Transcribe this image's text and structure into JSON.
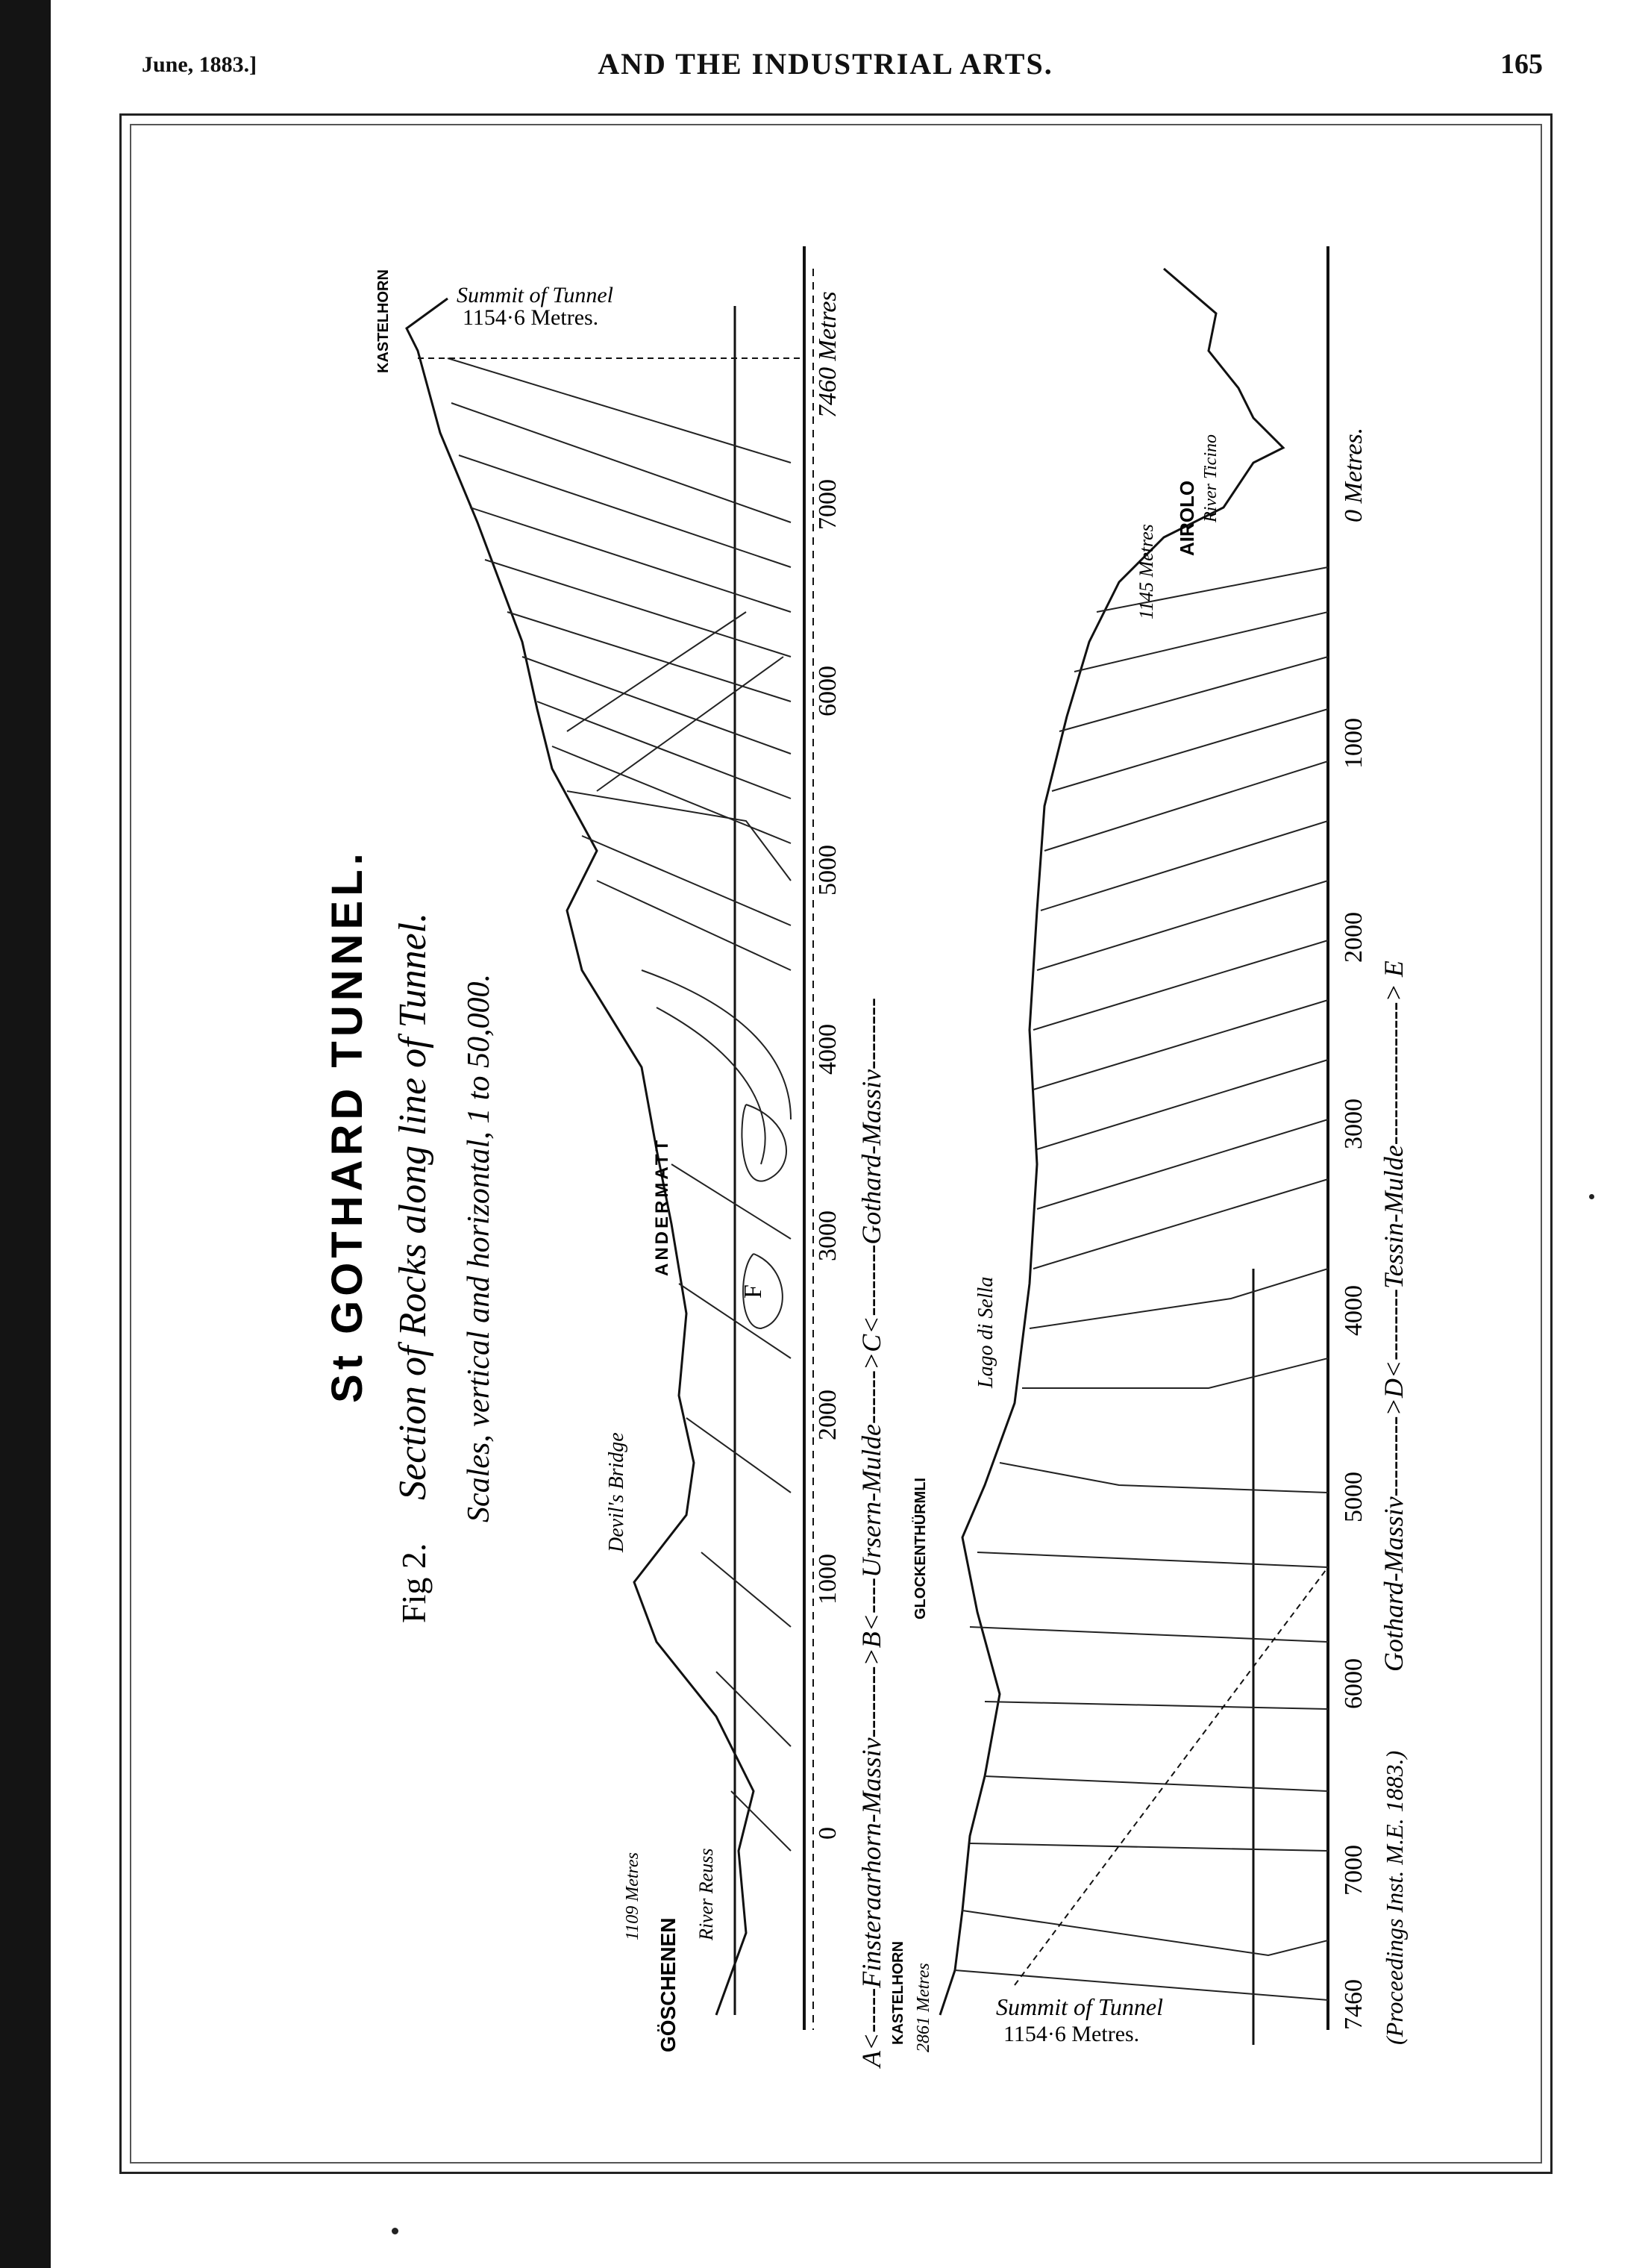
{
  "header": {
    "date": "June, 1883.]",
    "title": "AND THE INDUSTRIAL ARTS.",
    "page": "165"
  },
  "figure": {
    "title": "St GOTHARD TUNNEL.",
    "fig_label": "Fig 2.",
    "subtitle": "Section of Rocks along line of Tunnel.",
    "scale": "Scales, vertical and horizontal, 1 to 50,000.",
    "credit": "(Proceedings Inst. M.E. 1883.)"
  },
  "upper_section": {
    "ticks": [
      "0",
      "1000",
      "2000",
      "3000",
      "4000",
      "5000",
      "6000",
      "7000",
      "7460 Metres"
    ],
    "divisions": "A<-----Finsteraarhorn-Massiv-------->B<----Ursern-Mulde------>C<--------Gothard-Massiv--------",
    "labels": {
      "kastelhorn": "KASTELHORN",
      "summit": "Summit of Tunnel",
      "summit_height": "1154·6 Metres.",
      "andermatt": "ANDERMATT",
      "devils_bridge": "Devil's Bridge",
      "goschenen": "GÖSCHENEN",
      "goschenen_height": "1109 Metres",
      "river_reuss": "River Reuss",
      "fault_f": "F"
    }
  },
  "lower_section": {
    "ticks": [
      "0 Metres.",
      "1000",
      "2000",
      "3000",
      "4000",
      "5000",
      "6000",
      "7000",
      "7460"
    ],
    "divisions": "Gothard-Massiv--------->D<--------Tessin-Mulde----------------> E",
    "labels": {
      "airolo": "AIROLO",
      "airolo_height": "1145 Metres",
      "river_ticino": "River Ticino",
      "lago": "Lago di Sella",
      "glockenthurmli": "GLOCKENTHÜRMLI",
      "kastelhorn": "KASTELHORN",
      "kastelhorn_height": "2861 Metres",
      "summit": "Summit of Tunnel",
      "summit_height": "1154·6 Metres."
    }
  }
}
